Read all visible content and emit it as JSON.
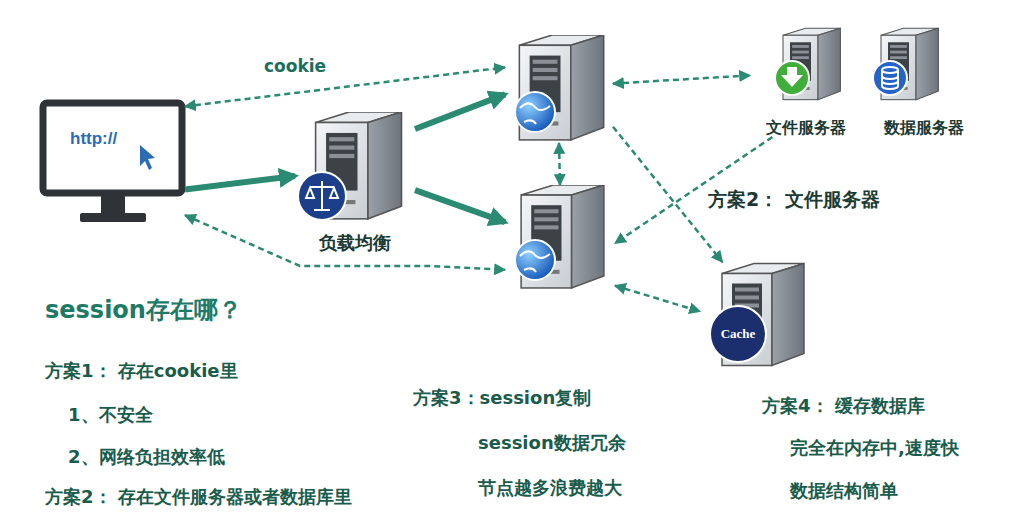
{
  "diagram": {
    "nodes": [
      {
        "text": [
          "http://"
        ]
      },
      {
        "text": [
          "负载均衡"
        ]
      },
      {
        "text": []
      },
      {
        "text": []
      },
      {
        "text": [
          "文件服务器"
        ]
      },
      {
        "text": [
          "数据服务器"
        ]
      },
      {
        "text": [
          "Cache"
        ]
      }
    ],
    "edges": [
      {
        "from": 0,
        "to": 2,
        "arrow": "both",
        "label": "cookie"
      },
      {
        "from": 0,
        "to": 1,
        "arrow": "to"
      },
      {
        "from": 1,
        "to": 2,
        "arrow": "to"
      },
      {
        "from": 1,
        "to": 3,
        "arrow": "to"
      },
      {
        "from": 0,
        "to": 3,
        "arrow": "both"
      },
      {
        "from": 2,
        "to": 3,
        "arrow": "both"
      },
      {
        "from": 2,
        "to": 4,
        "arrow": "both"
      },
      {
        "from": 4,
        "to": 3,
        "arrow": "to"
      },
      {
        "from": 2,
        "to": 6,
        "arrow": "to"
      },
      {
        "from": 3,
        "to": 6,
        "arrow": "both"
      }
    ],
    "labels": [
      "方案2： 文件服务器",
      "session存在哪？",
      "方案1： 存在cookie里",
      "1、不安全",
      "2、网络负担效率低",
      "方案2： 存在文件服务器或者数据库里",
      "方案3：session复制",
      "session数据冗余",
      "节点越多浪费越大",
      "方案4： 缓存数据库",
      "完全在内存中,速度快",
      "数据结构简单"
    ]
  }
}
